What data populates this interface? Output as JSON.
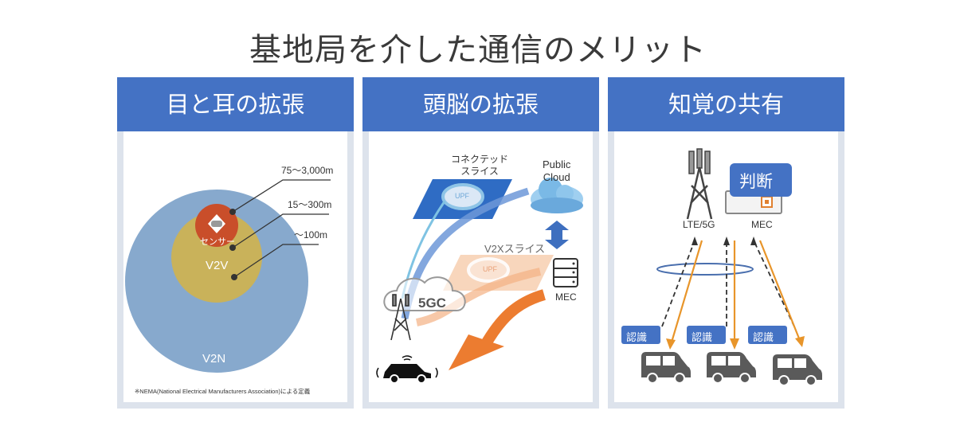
{
  "title": "基地局を介した通信のメリット",
  "colors": {
    "header_blue": "#4472c4",
    "v2n_blue": "#87a9cd",
    "v2v_gold": "#c9b25a",
    "sensor_red": "#c94e2a",
    "orange": "#e8852a",
    "dark_gray": "#555555"
  },
  "panels": [
    {
      "header": "目と耳の拡張",
      "ranges": [
        "75～3,000m",
        "15～300m",
        "～100m"
      ],
      "zones": {
        "outer": "V2N",
        "middle": "V2V",
        "inner": "センサー"
      },
      "footnote": "※NEMA(National Electrical Manufacturers Association)による定義"
    },
    {
      "header": "頭脳の拡張",
      "connected_slice": "コネクテッド\nスライス",
      "connected_slice_lines": [
        "コネクテッド",
        "スライス"
      ],
      "public_cloud_lines": [
        "Public",
        "Cloud"
      ],
      "upf_top": "UPF",
      "v2x_slice": "V2Xスライス",
      "upf_bottom": "UPF",
      "mec": "MEC",
      "core": "5GC"
    },
    {
      "header": "知覚の共有",
      "tower_label": "LTE/5G",
      "mec_label": "MEC",
      "decision": "判断",
      "recognition": [
        "認識",
        "認識",
        "認識"
      ]
    }
  ]
}
